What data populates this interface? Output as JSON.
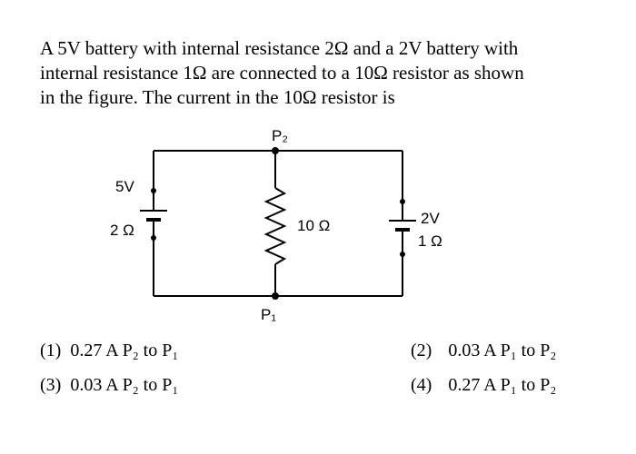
{
  "question": {
    "line1": "A 5V battery with internal resistance 2Ω and a 2V battery with",
    "line2": "internal resistance 1Ω are connected to a 10Ω resistor as shown",
    "line3": "in the figure. The current in the 10Ω resistor is"
  },
  "circuit": {
    "label_p2": "P₂",
    "label_p1": "P₁",
    "battery_left_emf": "5V",
    "battery_left_resistance": "2 Ω",
    "resistor_middle": "10 Ω",
    "battery_right_emf": "2V",
    "battery_right_resistance": "1 Ω"
  },
  "options": [
    {
      "number": "(1)",
      "text": "0.27 A P₂ to P₁"
    },
    {
      "number": "(2)",
      "text": "0.03 A P₁ to P₂"
    },
    {
      "number": "(3)",
      "text": "0.03 A P₂ to P₁"
    },
    {
      "number": "(4)",
      "text": "0.27 A P₁ to P₂"
    }
  ]
}
